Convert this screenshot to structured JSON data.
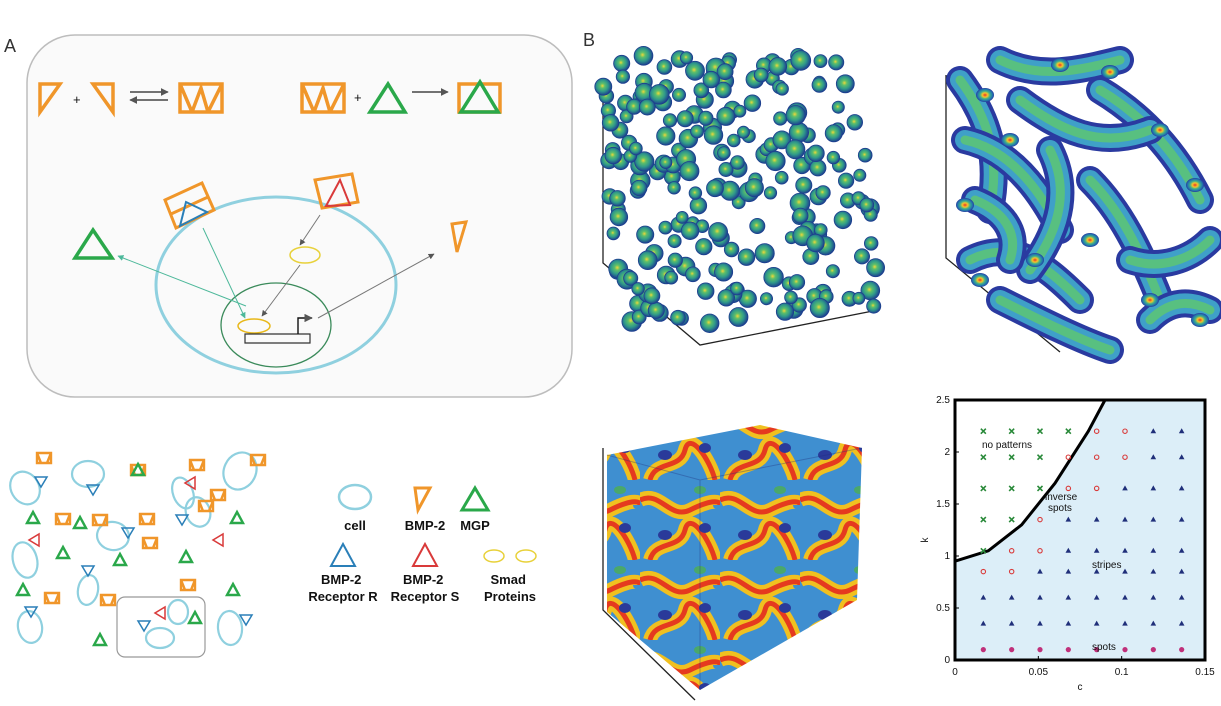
{
  "panels": {
    "a_letter": "A",
    "b_letter": "B"
  },
  "reaction": {
    "plus": "+"
  },
  "legend": {
    "cell": "cell",
    "bmp2": "BMP-2",
    "mgp": "MGP",
    "receptor_r": "BMP-2\nReceptor R",
    "receptor_s": "BMP-2\nReceptor S",
    "smad": "Smad\nProteins"
  },
  "colors": {
    "bmp2": "#f0962a",
    "mgp": "#2aa84a",
    "receptor_r": "#2a7fb8",
    "receptor_s": "#d93a3a",
    "cell": "#8fd0df",
    "smad": "#e8d13a",
    "nucleus": "#3a8a5a",
    "box_border": "#bdbdbd"
  },
  "chart_data": {
    "type": "scatter",
    "xlabel": "c",
    "ylabel": "k",
    "xlim": [
      0,
      0.15
    ],
    "ylim": [
      0,
      2.5
    ],
    "xticks": [
      "0",
      "0.05",
      "0.1",
      "0.15"
    ],
    "yticks": [
      "0",
      "0.5",
      "1",
      "1.5",
      "2",
      "2.5"
    ],
    "region_labels": {
      "no_patterns": "no patterns",
      "inverse_spots": "inverse\nspots",
      "stripes": "stripes",
      "spots": "spots"
    },
    "boundary": [
      [
        0,
        0.95
      ],
      [
        0.02,
        1.05
      ],
      [
        0.04,
        1.3
      ],
      [
        0.06,
        1.7
      ],
      [
        0.08,
        2.2
      ],
      [
        0.09,
        2.5
      ]
    ],
    "series": [
      {
        "name": "no patterns",
        "marker": "x",
        "color": "#2a8a3a",
        "points": [
          [
            0.017,
            2.2
          ],
          [
            0.034,
            2.2
          ],
          [
            0.051,
            2.2
          ],
          [
            0.068,
            2.2
          ],
          [
            0.017,
            1.95
          ],
          [
            0.034,
            1.95
          ],
          [
            0.051,
            1.95
          ],
          [
            0.017,
            1.65
          ],
          [
            0.034,
            1.65
          ],
          [
            0.051,
            1.65
          ],
          [
            0.017,
            1.35
          ],
          [
            0.034,
            1.35
          ],
          [
            0.017,
            1.05
          ]
        ]
      },
      {
        "name": "inverse spots",
        "marker": "o",
        "color": "#d93a3a",
        "points": [
          [
            0.085,
            2.2
          ],
          [
            0.102,
            2.2
          ],
          [
            0.068,
            1.95
          ],
          [
            0.085,
            1.95
          ],
          [
            0.102,
            1.95
          ],
          [
            0.068,
            1.65
          ],
          [
            0.085,
            1.65
          ],
          [
            0.051,
            1.35
          ],
          [
            0.034,
            1.05
          ],
          [
            0.051,
            1.05
          ],
          [
            0.017,
            0.85
          ],
          [
            0.034,
            0.85
          ]
        ]
      },
      {
        "name": "stripes",
        "marker": "triangle",
        "color": "#1f2f7a",
        "points": [
          [
            0.119,
            2.2
          ],
          [
            0.136,
            2.2
          ],
          [
            0.119,
            1.95
          ],
          [
            0.136,
            1.95
          ],
          [
            0.102,
            1.65
          ],
          [
            0.119,
            1.65
          ],
          [
            0.136,
            1.65
          ],
          [
            0.068,
            1.35
          ],
          [
            0.085,
            1.35
          ],
          [
            0.102,
            1.35
          ],
          [
            0.119,
            1.35
          ],
          [
            0.136,
            1.35
          ],
          [
            0.068,
            1.05
          ],
          [
            0.085,
            1.05
          ],
          [
            0.102,
            1.05
          ],
          [
            0.119,
            1.05
          ],
          [
            0.136,
            1.05
          ],
          [
            0.051,
            0.85
          ],
          [
            0.068,
            0.85
          ],
          [
            0.085,
            0.85
          ],
          [
            0.102,
            0.85
          ],
          [
            0.119,
            0.85
          ],
          [
            0.136,
            0.85
          ],
          [
            0.017,
            0.6
          ],
          [
            0.034,
            0.6
          ],
          [
            0.051,
            0.6
          ],
          [
            0.068,
            0.6
          ],
          [
            0.085,
            0.6
          ],
          [
            0.102,
            0.6
          ],
          [
            0.119,
            0.6
          ],
          [
            0.136,
            0.6
          ],
          [
            0.017,
            0.35
          ],
          [
            0.034,
            0.35
          ],
          [
            0.051,
            0.35
          ],
          [
            0.068,
            0.35
          ],
          [
            0.085,
            0.35
          ],
          [
            0.102,
            0.35
          ],
          [
            0.119,
            0.35
          ],
          [
            0.136,
            0.35
          ]
        ]
      },
      {
        "name": "spots",
        "marker": "dot",
        "color": "#c0307a",
        "points": [
          [
            0.017,
            0.1
          ],
          [
            0.034,
            0.1
          ],
          [
            0.051,
            0.1
          ],
          [
            0.068,
            0.1
          ],
          [
            0.085,
            0.1
          ],
          [
            0.102,
            0.1
          ],
          [
            0.119,
            0.1
          ],
          [
            0.136,
            0.1
          ]
        ]
      }
    ]
  }
}
